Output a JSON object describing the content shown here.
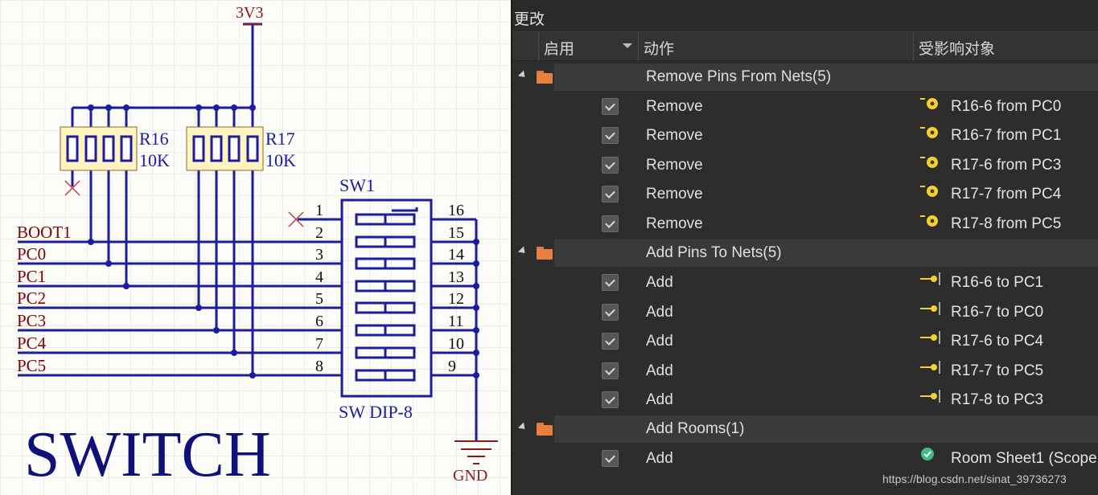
{
  "schematic": {
    "power_net": "3V3",
    "ground_net": "GND",
    "resistor_packs": [
      {
        "ref": "R16",
        "value": "10K"
      },
      {
        "ref": "R17",
        "value": "10K"
      }
    ],
    "switch": {
      "ref": "SW1",
      "part": "SW DIP-8",
      "left_pins": [
        "1",
        "2",
        "3",
        "4",
        "5",
        "6",
        "7",
        "8"
      ],
      "right_pins": [
        "16",
        "15",
        "14",
        "13",
        "12",
        "11",
        "10",
        "9"
      ]
    },
    "nets": [
      "BOOT1",
      "PC0",
      "PC1",
      "PC2",
      "PC3",
      "PC4",
      "PC5"
    ],
    "title": "SWITCH",
    "colors": {
      "wire": "#1c1c9e",
      "part_fill": "#fff3c0",
      "label": "#7f0000",
      "nc_mark": "#c04040"
    }
  },
  "eco": {
    "title": "更改",
    "columns": {
      "enable": "启用",
      "action": "动作",
      "affected": "受影响对象"
    },
    "groups": [
      {
        "label": "Remove Pins From Nets(5)",
        "items": [
          {
            "action": "Remove",
            "icon": "pin-remove-icon",
            "object": "R16-6 from PC0"
          },
          {
            "action": "Remove",
            "icon": "pin-remove-icon",
            "object": "R16-7 from PC1"
          },
          {
            "action": "Remove",
            "icon": "pin-remove-icon",
            "object": "R17-6 from PC3"
          },
          {
            "action": "Remove",
            "icon": "pin-remove-icon",
            "object": "R17-7 from PC4"
          },
          {
            "action": "Remove",
            "icon": "pin-remove-icon",
            "object": "R17-8 from PC5"
          }
        ]
      },
      {
        "label": "Add Pins To Nets(5)",
        "items": [
          {
            "action": "Add",
            "icon": "pin-add-icon",
            "object": "R16-6 to PC1"
          },
          {
            "action": "Add",
            "icon": "pin-add-icon",
            "object": "R16-7 to PC0"
          },
          {
            "action": "Add",
            "icon": "pin-add-icon",
            "object": "R17-6 to PC4"
          },
          {
            "action": "Add",
            "icon": "pin-add-icon",
            "object": "R17-7 to PC5"
          },
          {
            "action": "Add",
            "icon": "pin-add-icon",
            "object": "R17-8 to PC3"
          }
        ]
      },
      {
        "label": "Add Rooms(1)",
        "items": [
          {
            "action": "Add",
            "icon": "room-icon",
            "object": "Room Sheet1 (Scope"
          }
        ]
      }
    ],
    "colors": {
      "panel_bg": "#2d2d2d",
      "folder": "#e8813f",
      "pin_icon": "#f2d233",
      "room_icon": "#3fbf7f"
    }
  },
  "watermark": "https://blog.csdn.net/sinat_39736273"
}
